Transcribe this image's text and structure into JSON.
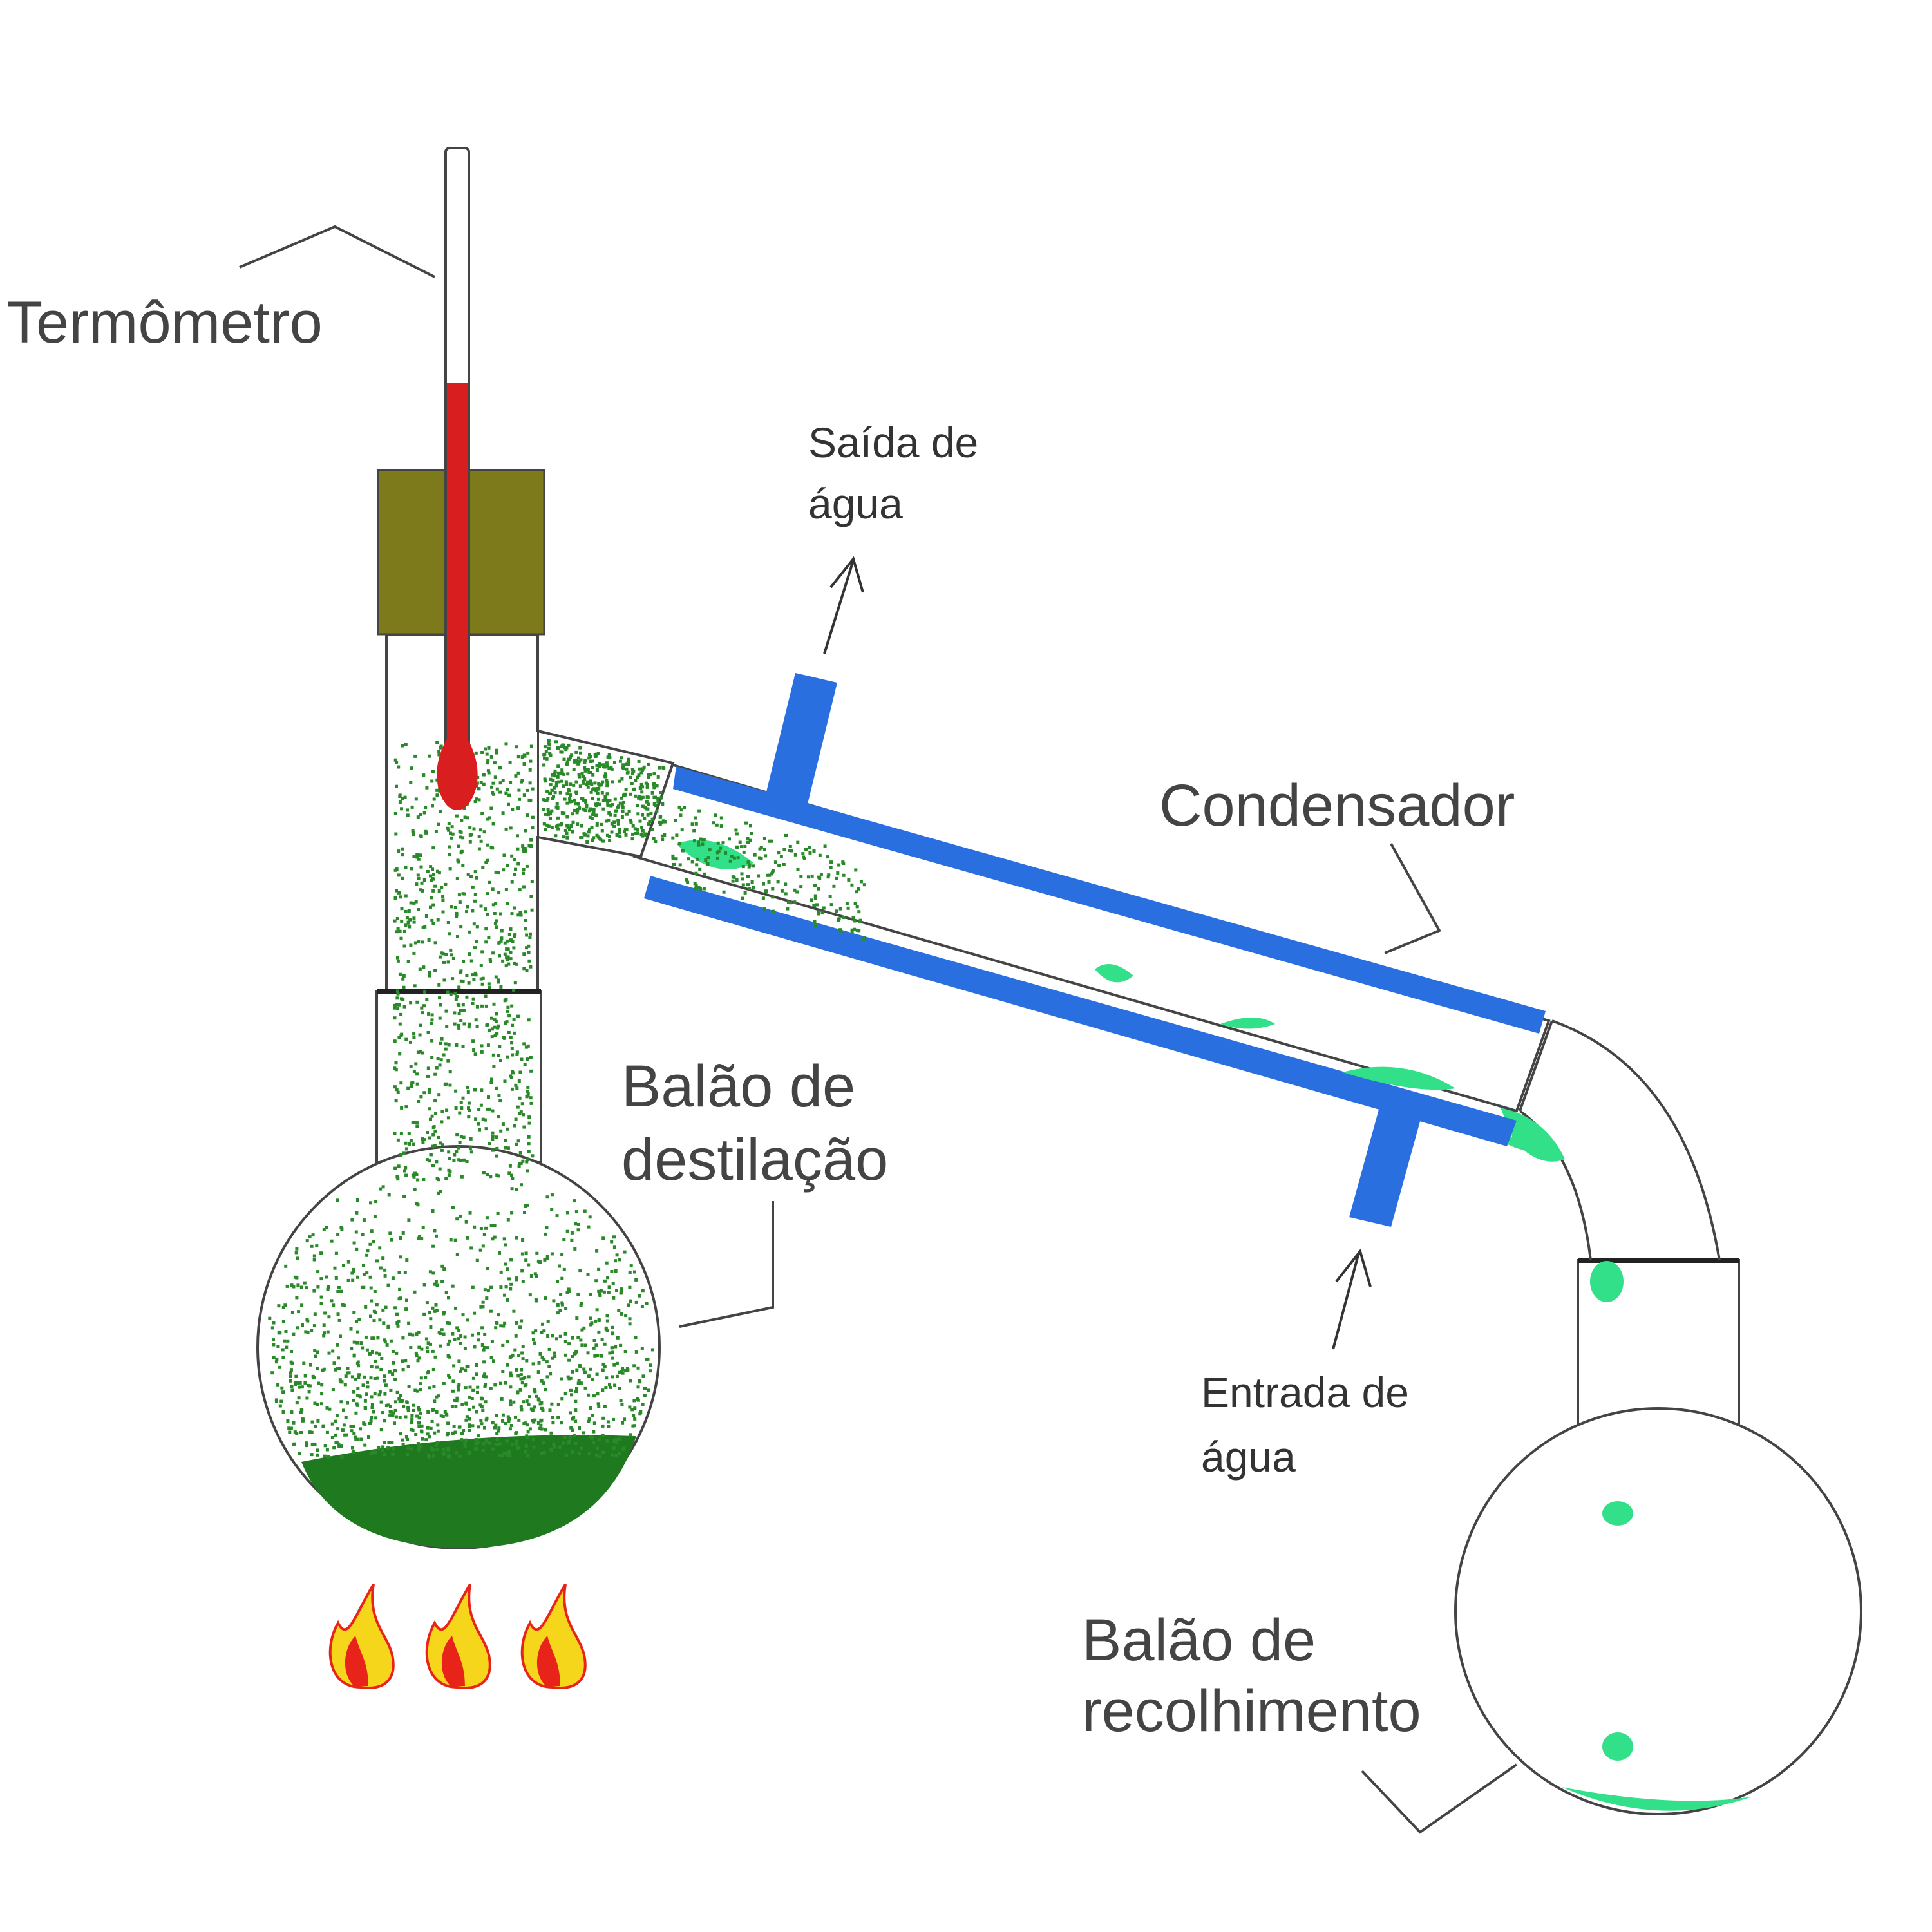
{
  "labels": {
    "thermometer": "Termômetro",
    "water_out_line1": "Saída de",
    "water_out_line2": "água",
    "condenser": "Condensador",
    "distill_flask_line1": "Balão de",
    "distill_flask_line2": "destilação",
    "water_in_line1": "Entrada de",
    "water_in_line2": "água",
    "collect_flask_line1": "Balão de",
    "collect_flask_line2": "recolhimento"
  },
  "colors": {
    "liquid": "#1f7a1f",
    "vapor": "#2a8a2a",
    "condensate": "#33e08a",
    "coolant_jacket": "#2a6fe0",
    "mercury": "#d81e1e",
    "stopper": "#7d7a1c",
    "flame_outer": "#f5d61a",
    "flame_inner": "#e8231a"
  }
}
